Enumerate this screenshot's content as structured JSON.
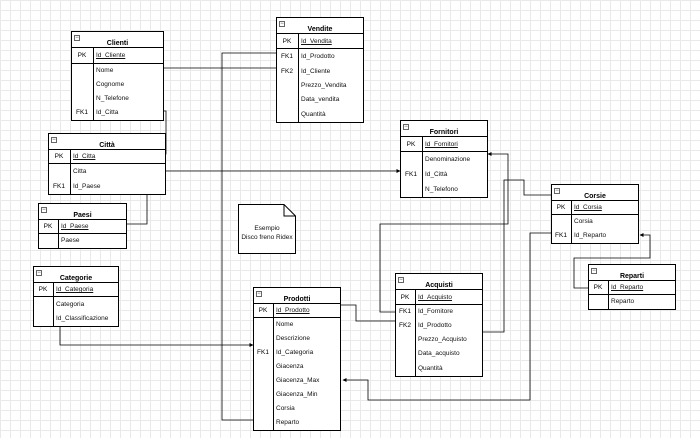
{
  "diagram": {
    "note": {
      "lines": [
        "Esempio",
        "Disco freno Ridex"
      ]
    },
    "entities": [
      {
        "id": "clienti",
        "title": "Clienti",
        "rows": [
          {
            "key": "PK",
            "field": "Id_Cliente",
            "pk": true
          },
          {
            "key": "",
            "field": "Nome"
          },
          {
            "key": "",
            "field": "Cognome"
          },
          {
            "key": "",
            "field": "N_Telefone"
          },
          {
            "key": "FK1",
            "field": "Id_Citta"
          }
        ]
      },
      {
        "id": "vendite",
        "title": "Vendite",
        "rows": [
          {
            "key": "PK",
            "field": "Id_Vendita",
            "pk": true
          },
          {
            "key": "FK1",
            "field": "Id_Prodotto"
          },
          {
            "key": "FK2",
            "field": "Id_Cliente"
          },
          {
            "key": "",
            "field": "Prezzo_Vendita"
          },
          {
            "key": "",
            "field": "Data_vendita"
          },
          {
            "key": "",
            "field": "Quantità"
          }
        ]
      },
      {
        "id": "citta",
        "title": "Città",
        "rows": [
          {
            "key": "PK",
            "field": "Id_Citta",
            "pk": true
          },
          {
            "key": "",
            "field": "Citta"
          },
          {
            "key": "FK1",
            "field": "Id_Paese"
          }
        ]
      },
      {
        "id": "fornitori",
        "title": "Fornitori",
        "rows": [
          {
            "key": "PK",
            "field": "Id_Fornitori",
            "pk": true
          },
          {
            "key": "",
            "field": "Denominazione"
          },
          {
            "key": "FK1",
            "field": "Id_Città"
          },
          {
            "key": "",
            "field": "N_Telefono"
          }
        ]
      },
      {
        "id": "paesi",
        "title": "Paesi",
        "rows": [
          {
            "key": "PK",
            "field": "Id_Paese",
            "pk": true
          },
          {
            "key": "",
            "field": "Paese"
          }
        ]
      },
      {
        "id": "corsie",
        "title": "Corsie",
        "rows": [
          {
            "key": "PK",
            "field": "Id_Corsia",
            "pk": true
          },
          {
            "key": "",
            "field": "Corsia"
          },
          {
            "key": "FK1",
            "field": "Id_Reparto"
          }
        ]
      },
      {
        "id": "categorie",
        "title": "Categorie",
        "rows": [
          {
            "key": "PK",
            "field": "Id_Categoria",
            "pk": true
          },
          {
            "key": "",
            "field": "Categoria"
          },
          {
            "key": "",
            "field": "Id_Classificazione"
          }
        ]
      },
      {
        "id": "reparti",
        "title": "Reparti",
        "rows": [
          {
            "key": "PK",
            "field": "Id_Reparto",
            "pk": true
          },
          {
            "key": "",
            "field": "Reparto"
          }
        ]
      },
      {
        "id": "acquisti",
        "title": "Acquisti",
        "rows": [
          {
            "key": "PK",
            "field": "Id_Acquisto",
            "pk": true
          },
          {
            "key": "FK1",
            "field": "Id_Fornitore"
          },
          {
            "key": "FK2",
            "field": "Id_Prodotto"
          },
          {
            "key": "",
            "field": "Prezzo_Acquisto"
          },
          {
            "key": "",
            "field": "Data_acquisto"
          },
          {
            "key": "",
            "field": "Quantità"
          }
        ]
      },
      {
        "id": "prodotti",
        "title": "Prodotti",
        "rows": [
          {
            "key": "PK",
            "field": "Id_Prodotto",
            "pk": true
          },
          {
            "key": "",
            "field": "Nome"
          },
          {
            "key": "",
            "field": "Descrizione"
          },
          {
            "key": "FK1",
            "field": "Id_Categoria"
          },
          {
            "key": "",
            "field": "Giacenza"
          },
          {
            "key": "",
            "field": "Giacenza_Max"
          },
          {
            "key": "",
            "field": "Giacenza_Min"
          },
          {
            "key": "",
            "field": "Corsia"
          },
          {
            "key": "",
            "field": "Reparto"
          }
        ]
      }
    ]
  }
}
